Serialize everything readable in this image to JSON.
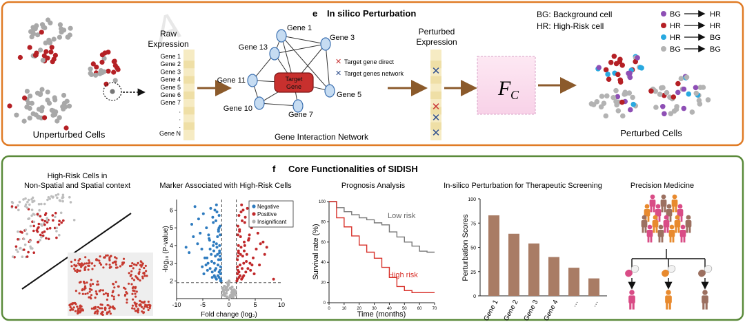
{
  "watermark": "A",
  "panel_e": {
    "letter": "e",
    "title": "In silico Perturbation",
    "unperturbed_label": "Unperturbed Cells",
    "raw_expression": {
      "line1": "Raw",
      "line2": "Expression"
    },
    "genes": [
      "Gene 1",
      "Gene 2",
      "Gene 3",
      "Gene 4",
      "Gene 5",
      "Gene 6",
      "Gene 7",
      ".",
      ".",
      ".",
      "Gene N"
    ],
    "network": {
      "target": {
        "line1": "Target",
        "line2": "Gene"
      },
      "nodes": [
        "Gene 1",
        "Gene 3",
        "Gene 13",
        "Gene 11",
        "Gene 5",
        "Gene 10",
        "Gene 7"
      ],
      "caption": "Gene Interaction Network",
      "legend_direct": "Target gene direct",
      "legend_network": "Target genes network"
    },
    "perturbed_expression": {
      "line1": "Perturbed",
      "line2": "Expression"
    },
    "fc": {
      "base": "F",
      "sub": "C"
    },
    "bg_def": "BG: Background cell",
    "hr_def": "HR: High-Risk cell",
    "transitions": [
      {
        "from": "BG",
        "to": "HR",
        "color": "#8e4fb5"
      },
      {
        "from": "HR",
        "to": "HR",
        "color": "#b52025"
      },
      {
        "from": "HR",
        "to": "BG",
        "color": "#29a9e0"
      },
      {
        "from": "BG",
        "to": "BG",
        "color": "#b3b3b3"
      }
    ],
    "perturbed_label": "Perturbed Cells"
  },
  "panel_f": {
    "letter": "f",
    "title": "Core Functionalities of SIDISH",
    "sections": {
      "highrisk": {
        "line1": "High-Risk Cells in",
        "line2": "Non-Spatial and Spatial context"
      },
      "marker": "Marker Associated with High-Risk Cells",
      "prognosis": "Prognosis Analysis",
      "therapeutic": "In-silico Perturbation for Therapeutic Screening",
      "precision": "Precision Medicine"
    },
    "volcano": {
      "ylabel": "-log₁₀ (P-value)",
      "xlabel": "Fold change (log₂)",
      "xticks": [
        "-10",
        "-5",
        "0",
        "5",
        "10"
      ],
      "yticks": [
        "2",
        "3",
        "4",
        "5",
        "6"
      ],
      "legend": [
        "Negative",
        "Positive",
        "Insignificant"
      ],
      "colors": {
        "negative": "#2e7bbf",
        "positive": "#c0282a",
        "insignificant": "#b0b0b0"
      }
    },
    "survival": {
      "ylabel": "Survival rate (%)",
      "xlabel": "Time (months)",
      "xticks": [
        "0",
        "10",
        "20",
        "30",
        "40",
        "50",
        "60",
        "70"
      ],
      "yticks": [
        "0",
        "20",
        "40",
        "60",
        "80",
        "100"
      ],
      "low_label": "Low risk",
      "high_label": "High risk"
    },
    "bar": {
      "ylabel": "Perturbation Scores",
      "yticks": [
        "0",
        "25",
        "50",
        "75",
        "100"
      ],
      "categories": [
        "Gene 1",
        "Gene 2",
        "Gene 3",
        "Gene 4",
        "…",
        "…"
      ]
    }
  },
  "chart_data": [
    {
      "type": "scatter",
      "title": "Marker Associated with High-Risk Cells",
      "xlabel": "Fold change (log₂)",
      "ylabel": "-log₁₀ (P-value)",
      "xlim": [
        -10,
        10
      ],
      "ylim": [
        1,
        6.6
      ],
      "legend": "top-right",
      "series": [
        {
          "name": "Negative",
          "color": "#2e7bbf",
          "x": [
            -1.5,
            -1.9,
            -2.4,
            -1.7,
            -2.8,
            -2.1,
            -3.2,
            -1.6,
            -2.6,
            -3.6,
            -1.8,
            -2.3,
            -4.0,
            -2.9,
            -1.6,
            -3.4,
            -2.2,
            -4.6,
            -2.0,
            -3.0,
            -1.7,
            -5.2,
            -2.5,
            -3.8,
            -1.9,
            -6.0,
            -2.7,
            -4.3,
            -1.6,
            -3.1,
            -5.5,
            -2.4,
            -1.8,
            -7.1,
            -3.5,
            -2.0,
            -4.9,
            -1.7,
            -2.6,
            -6.5,
            -3.3,
            -1.9,
            -2.2,
            -4.1,
            -2.8,
            -1.6,
            -8.2,
            -3.7,
            -2.3,
            -5.8,
            -1.8,
            -2.9,
            -4.4,
            -2.1,
            -3.9,
            -1.7,
            -6.8,
            -2.5,
            -3.0,
            -4.8,
            -2.0,
            -1.6,
            -5.1,
            -3.6,
            -2.4,
            -7.6,
            -2.7,
            -1.9,
            -4.2,
            -3.2
          ],
          "y": [
            2.0,
            2.2,
            2.1,
            2.6,
            2.3,
            2.9,
            2.5,
            3.2,
            3.4,
            2.7,
            3.7,
            3.9,
            3.0,
            4.2,
            2.4,
            3.5,
            4.5,
            3.3,
            4.8,
            4.0,
            5.1,
            3.8,
            5.4,
            4.4,
            5.7,
            4.1,
            6.0,
            5.0,
            2.8,
            5.6,
            4.7,
            6.3,
            3.6,
            5.2,
            6.1,
            4.9,
            5.8,
            4.6,
            2.2,
            6.2,
            3.1,
            2.5,
            3.5,
            2.6,
            3.0,
            2.1,
            3.9,
            4.3,
            5.9,
            5.5,
            4.0,
            3.7,
            2.9,
            2.3,
            4.6,
            3.4,
            4.5,
            2.7,
            5.3,
            2.4,
            3.2,
            2.0,
            2.8,
            3.8,
            4.1,
            3.6,
            2.6,
            5.0,
            3.3,
            2.2
          ]
        },
        {
          "name": "Positive",
          "color": "#c0282a",
          "x": [
            1.5,
            1.9,
            2.4,
            1.7,
            2.8,
            2.1,
            3.2,
            1.6,
            2.6,
            3.6,
            1.8,
            2.3,
            4.0,
            2.9,
            1.6,
            3.4,
            2.2,
            4.6,
            2.0,
            3.0,
            1.7,
            5.2,
            2.5,
            3.8,
            1.9,
            6.0,
            2.7,
            4.3,
            1.6,
            3.1,
            5.5,
            2.4,
            1.8,
            8.5,
            3.5,
            2.0,
            4.9,
            1.7,
            2.6,
            6.5,
            3.3,
            1.9,
            2.2,
            4.1,
            2.8,
            1.6,
            7.2,
            3.7,
            2.3,
            5.8,
            1.8,
            2.9,
            4.4,
            2.1,
            3.9,
            1.7,
            6.8,
            2.5,
            3.0,
            4.8
          ],
          "y": [
            2.0,
            2.2,
            2.1,
            2.6,
            2.3,
            2.9,
            2.5,
            3.2,
            3.4,
            2.7,
            3.7,
            3.9,
            3.0,
            4.2,
            2.4,
            3.5,
            4.5,
            3.3,
            4.8,
            4.0,
            5.1,
            3.8,
            5.4,
            4.4,
            5.7,
            4.1,
            6.0,
            5.0,
            2.8,
            5.6,
            4.7,
            6.3,
            3.6,
            2.1,
            6.1,
            4.9,
            5.8,
            4.6,
            2.2,
            4.2,
            3.1,
            2.5,
            3.5,
            2.6,
            3.0,
            2.1,
            3.9,
            4.3,
            5.9,
            2.9,
            4.0,
            3.7,
            2.9,
            2.3,
            4.6,
            3.4,
            3.5,
            2.7,
            5.3,
            2.4
          ]
        },
        {
          "name": "Insignificant",
          "color": "#b0b0b0",
          "x": [
            -0.4,
            0.3,
            -0.8,
            0.7,
            -1.1,
            1.0,
            -0.2,
            0.1,
            -0.6,
            0.5,
            -1.3,
            1.2,
            -0.9,
            0.8,
            -0.1,
            0.4,
            -0.5,
            0.6,
            -1.0,
            1.1,
            -0.3,
            0.2,
            -0.7,
            0.9,
            -1.2,
            1.3,
            0.0,
            -0.45,
            0.35,
            -0.85,
            0.75,
            -0.15,
            0.15,
            -0.65,
            0.55,
            -1.05,
            1.05,
            -0.25,
            0.25,
            -0.95,
            0.95,
            -0.35,
            0.45,
            -0.55,
            0.65,
            -0.75,
            0.85,
            -1.15,
            1.15,
            0.05
          ],
          "y": [
            1.1,
            1.2,
            1.3,
            1.15,
            1.4,
            1.25,
            1.5,
            1.05,
            1.6,
            1.35,
            1.2,
            1.45,
            1.7,
            1.1,
            1.8,
            1.55,
            1.3,
            1.65,
            1.25,
            1.4,
            1.9,
            1.15,
            1.5,
            1.35,
            1.6,
            1.2,
            2.0,
            1.45,
            1.1,
            1.7,
            1.3,
            1.75,
            1.05,
            1.55,
            1.25,
            1.4,
            1.35,
            1.85,
            1.6,
            1.2,
            1.5,
            1.65,
            1.1,
            1.3,
            1.45,
            1.15,
            1.25,
            1.5,
            1.35,
            1.95
          ]
        }
      ]
    },
    {
      "type": "line",
      "title": "Prognosis Analysis",
      "xlabel": "Time (months)",
      "ylabel": "Survival rate (%)",
      "xlim": [
        0,
        70
      ],
      "ylim": [
        0,
        100
      ],
      "series": [
        {
          "name": "Low risk",
          "color": "#777777",
          "x": [
            0,
            5,
            10,
            15,
            20,
            25,
            30,
            35,
            40,
            45,
            50,
            55,
            60,
            65,
            70
          ],
          "y": [
            100,
            94,
            90,
            87,
            84,
            82,
            79,
            77,
            70,
            65,
            60,
            56,
            51,
            50,
            50
          ]
        },
        {
          "name": "High risk",
          "color": "#d8312a",
          "x": [
            0,
            5,
            10,
            15,
            20,
            25,
            30,
            35,
            40,
            45,
            50,
            55,
            60,
            65,
            70
          ],
          "y": [
            100,
            84,
            75,
            66,
            57,
            50,
            44,
            35,
            25,
            16,
            12,
            10,
            10,
            10,
            10
          ]
        }
      ]
    },
    {
      "type": "bar",
      "title": "In-silico Perturbation for Therapeutic Screening",
      "xlabel": "",
      "ylabel": "Perturbation Scores",
      "ylim": [
        0,
        100
      ],
      "categories": [
        "Gene 1",
        "Gene 2",
        "Gene 3",
        "Gene 4",
        "…",
        "…"
      ],
      "values": [
        83,
        64,
        54,
        40,
        29,
        18
      ]
    }
  ]
}
